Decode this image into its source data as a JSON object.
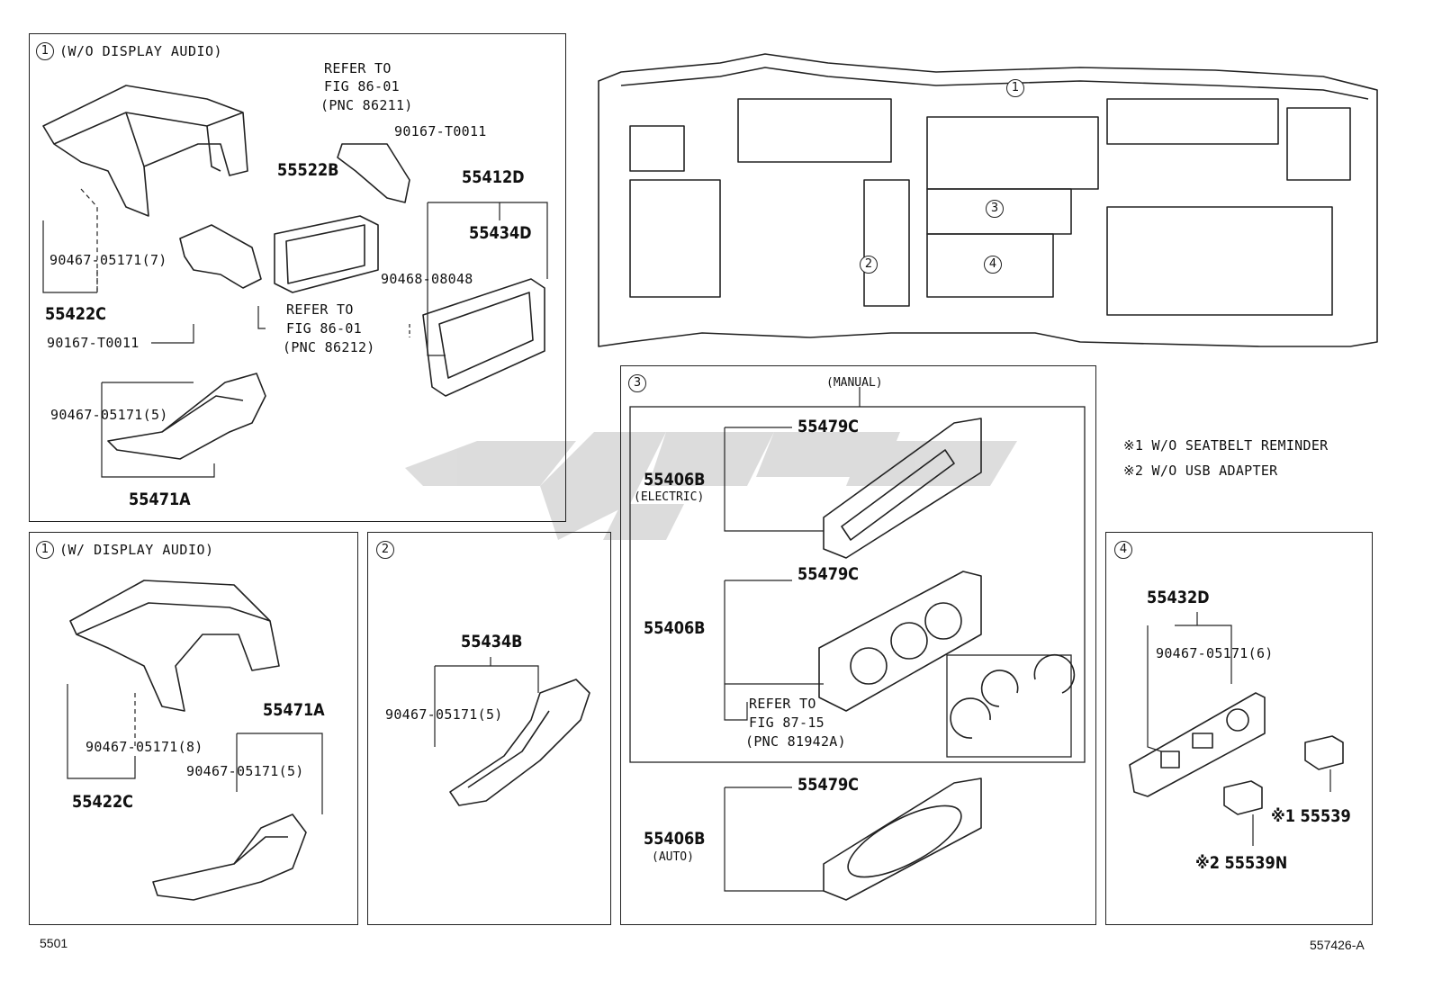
{
  "circles": {
    "c1": "1",
    "c2": "2",
    "c3": "3",
    "c4": "4"
  },
  "panel_a": {
    "title": "(W/O DISPLAY AUDIO)",
    "refer1": [
      "REFER TO",
      "FIG 86-01",
      "(PNC 86211)"
    ],
    "refer2": [
      "REFER TO",
      "FIG 86-01",
      "(PNC 86212)"
    ],
    "parts": {
      "p55522B": "55522B",
      "p55412D": "55412D",
      "p55434D": "55434D",
      "p90167a": "90167-T0011",
      "p90167b": "90167-T0011",
      "p90468": "90468-08048",
      "p90467_7": "90467-05171(7)",
      "p55422C": "55422C",
      "p90467_5": "90467-05171(5)",
      "p55471A": "55471A"
    }
  },
  "panel_b": {
    "title": "(W/ DISPLAY AUDIO)",
    "parts": {
      "p90467_8": "90467-05171(8)",
      "p55422C": "55422C",
      "p55471A": "55471A",
      "p90467_5": "90467-05171(5)"
    }
  },
  "panel_c": {
    "parts": {
      "p55434B": "55434B",
      "p90467_5": "90467-05171(5)"
    }
  },
  "panel_d": {
    "manual": "(MANUAL)",
    "electric": "(ELECTRIC)",
    "auto": "(AUTO)",
    "refer": [
      "REFER TO",
      "FIG 87-15",
      "(PNC 81942A)"
    ],
    "parts": {
      "p55479C_1": "55479C",
      "p55406B_1": "55406B",
      "p55479C_2": "55479C",
      "p55406B_2": "55406B",
      "p55479C_3": "55479C",
      "p55406B_3": "55406B"
    }
  },
  "notes": {
    "n1": "※1 W/O SEATBELT REMINDER",
    "n2": "※2 W/O USB ADAPTER"
  },
  "panel_e": {
    "parts": {
      "p55432D": "55432D",
      "p90467_6": "90467-05171(6)",
      "p55539": "※1 55539",
      "p55539N": "※2 55539N"
    }
  },
  "footer": {
    "left": "5501",
    "right": "557426-A"
  }
}
